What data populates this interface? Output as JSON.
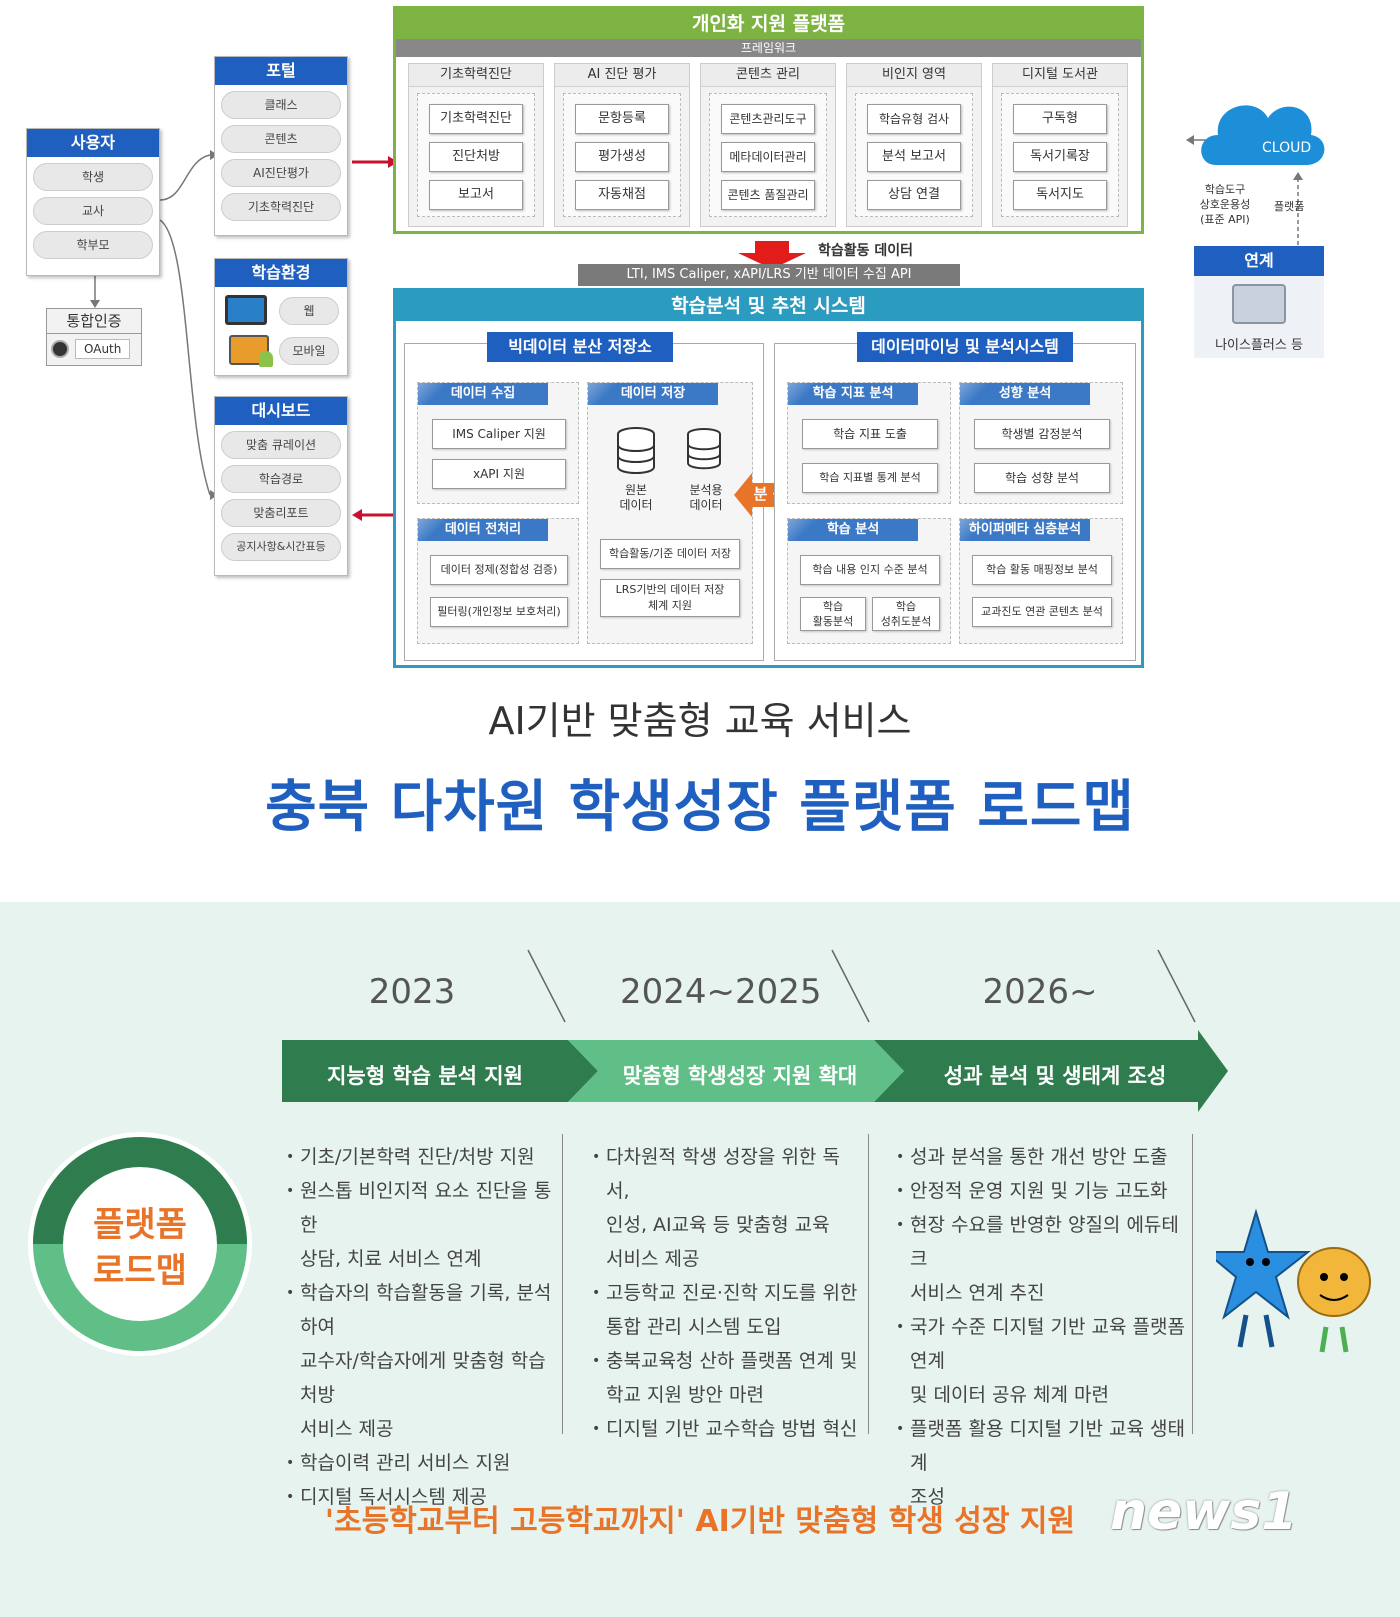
{
  "users": {
    "title": "사용자",
    "items": [
      "학생",
      "교사",
      "학부모"
    ]
  },
  "auth": {
    "title": "통합인증",
    "oauth": "OAuth"
  },
  "portal": {
    "title": "포털",
    "items": [
      "클래스",
      "콘텐츠",
      "AI진단평가",
      "기초학력진단"
    ]
  },
  "env": {
    "title": "학습환경",
    "web": "웹",
    "mobile": "모바일"
  },
  "dashboard": {
    "title": "대시보드",
    "items": [
      "맞춤 큐레이션",
      "학습경로",
      "맞춤리포트",
      "공지사항&시간표등"
    ]
  },
  "platform": {
    "title": "개인화 지원 플랫폼",
    "framework": "프레임워크",
    "columns": [
      {
        "title": "기초학력진단",
        "items": [
          "기초학력진단",
          "진단처방",
          "보고서"
        ]
      },
      {
        "title": "AI 진단 평가",
        "items": [
          "문항등록",
          "평가생성",
          "자동채점"
        ]
      },
      {
        "title": "콘텐츠 관리",
        "items": [
          "콘텐츠관리도구",
          "메타데이터관리",
          "콘텐츠 품질관리"
        ]
      },
      {
        "title": "비인지 영역",
        "items": [
          "학습유형 검사",
          "분석 보고서",
          "상담 연결"
        ]
      },
      {
        "title": "디지털 도서관",
        "items": [
          "구독형",
          "독서기록장",
          "독서지도"
        ]
      }
    ]
  },
  "cloud": {
    "label": "CLOUD",
    "left_note": "학습도구\n상호운용성\n(표준 API)",
    "right_note": "플랫폼"
  },
  "link": {
    "title": "연계",
    "label": "나이스플러스 등"
  },
  "flow": {
    "activity": "학습활동 데이터",
    "api": "LTI, IMS Caliper, xAPI/LRS 기반 데이터 수집 API"
  },
  "analysis": {
    "title": "학습분석 및 추천 시스템",
    "bigdata": {
      "title": "빅데이터 분산 저장소",
      "collect": {
        "title": "데이터 수집",
        "items": [
          "IMS Caliper 지원",
          "xAPI 지원"
        ]
      },
      "store": {
        "title": "데이터 저장",
        "raw": "원본\n데이터",
        "analytic": "분석용\n데이터",
        "items": [
          "학습활동/기준 데이터 저장",
          "LRS기반의 데이터 저장\n체계 지원"
        ]
      },
      "preprocess": {
        "title": "데이터 전처리",
        "items": [
          "데이터 정제(정합성 검증)",
          "필터링(개인정보 보호처리)"
        ]
      }
    },
    "arrow_label": "분 석",
    "mining": {
      "title": "데이터마이닝 및 분석시스템",
      "index": {
        "title": "학습 지표 분석",
        "items": [
          "학습 지표 도출",
          "학습 지표별 통계 분석"
        ]
      },
      "tendency": {
        "title": "성향 분석",
        "items": [
          "학생별 감정분석",
          "학습 성향 분석"
        ]
      },
      "learning": {
        "title": "학습 분석",
        "items": [
          "학습 내용 인지 수준 분석",
          "학습\n활동분석",
          "학습\n성취도분석"
        ]
      },
      "hyper": {
        "title": "하이퍼메타 심층분석",
        "items": [
          "학습 활동 매핑정보 분석",
          "교과진도 연관 콘텐츠 분석"
        ]
      }
    }
  },
  "titles": {
    "subtitle": "AI기반 맞춤형 교육 서비스",
    "main": "충북 다차원 학생성장 플랫폼 로드맵"
  },
  "roadmap": {
    "circle": "플랫폼\n로드맵",
    "phases": [
      {
        "year": "2023",
        "label": "지능형 학습 분석 지원",
        "items": [
          "기초/기본학력 진단/처방 지원",
          "원스톱 비인지적 요소 진단을 통한\n상담, 치료 서비스 연계",
          "학습자의 학습활동을 기록, 분석하여\n교수자/학습자에게 맞춤형 학습처방\n서비스 제공",
          "학습이력 관리 서비스 지원",
          "디지털 독서시스템 제공"
        ]
      },
      {
        "year": "2024~2025",
        "label": "맞춤형 학생성장 지원 확대",
        "items": [
          "다차원적 학생 성장을 위한 독서,\n인성, AI교육 등 맞춤형 교육\n서비스 제공",
          "고등학교 진로·진학 지도를 위한\n통합 관리 시스템 도입",
          "충북교육청 산하 플랫폼 연계 및\n학교 지원 방안 마련",
          "디지털 기반 교수학습 방법 혁신"
        ]
      },
      {
        "year": "2026~",
        "label": "성과 분석 및 생태계 조성",
        "items": [
          "성과 분석을 통한 개선 방안 도출",
          "안정적 운영 지원 및 기능 고도화",
          "현장 수요를 반영한 양질의 에듀테크\n서비스 연계 추진",
          "국가 수준 디지털 기반 교육 플랫폼 연계\n및 데이터 공유 체계 마련",
          "플랫폼 활용 디지털 기반 교육 생태계\n조성"
        ]
      }
    ],
    "footer": "'초등학교부터 고등학교까지' AI기반 맞춤형 학생 성장 지원"
  },
  "watermark": "news1",
  "colors": {
    "blue": "#1f5fbf",
    "green": "#7cb342",
    "teal": "#2b9bbf",
    "road_dark": "#2f7d4f",
    "road_light": "#5fbf86",
    "orange": "#e8742a",
    "red": "#c8102e"
  }
}
